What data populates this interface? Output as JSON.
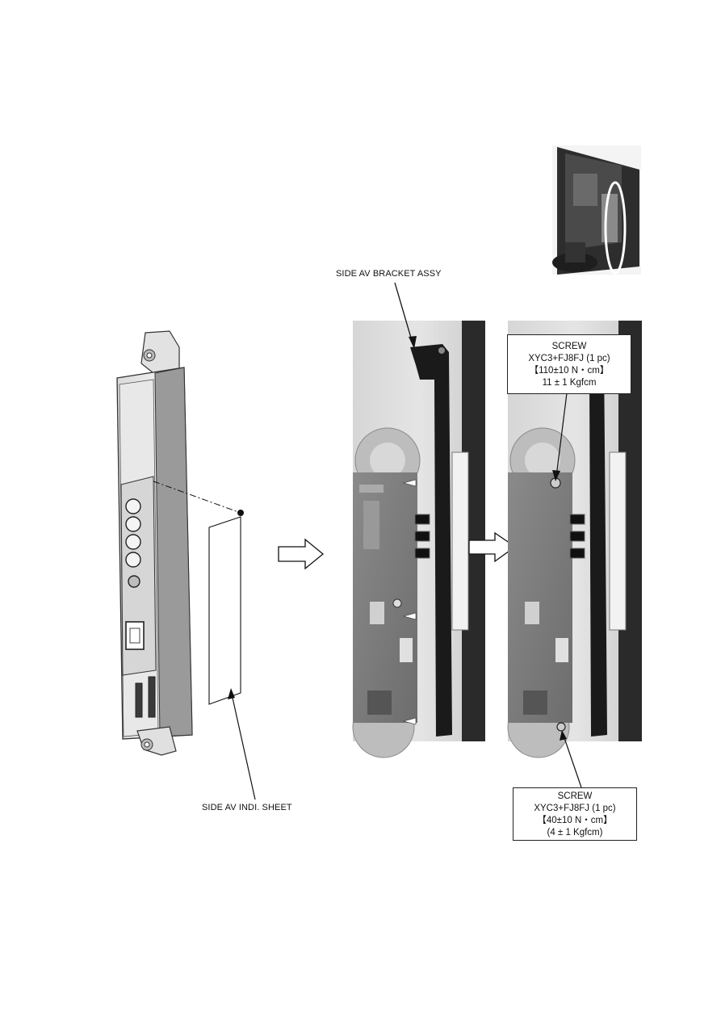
{
  "labels": {
    "bracket_assy": "SIDE AV BRACKET ASSY",
    "indi_sheet": "SIDE AV INDI. SHEET"
  },
  "screw_top": {
    "title": "SCREW",
    "part": "XYC3+FJ8FJ (1 pc)",
    "torque": "【110±10 N・cm】",
    "kgf": "11 ± 1 Kgfcm"
  },
  "screw_bottom": {
    "title": "SCREW",
    "part": "XYC3+FJ8FJ (1 pc)",
    "torque": "【40±10 N・cm】",
    "kgf": "(4 ± 1 Kgfcm)"
  },
  "icons": [
    "arrow-right-icon",
    "arrow-right-icon",
    "location-circle-icon"
  ]
}
